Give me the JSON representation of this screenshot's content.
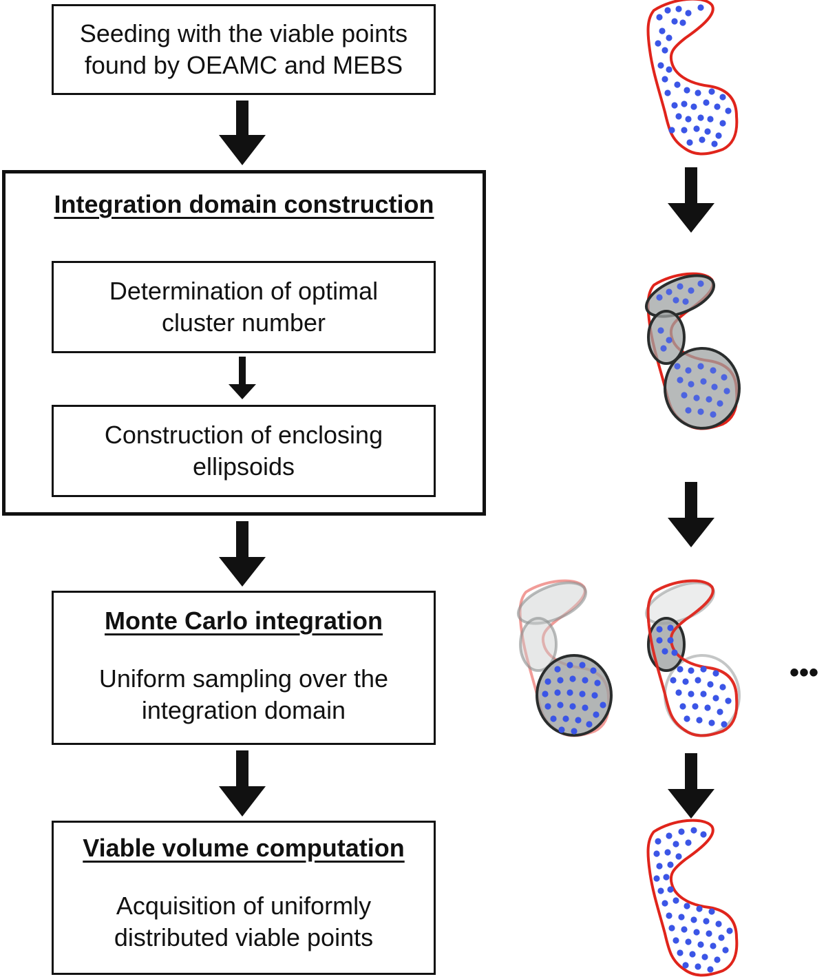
{
  "steps": {
    "seeding": {
      "line1": "Seeding with the viable points",
      "line2": "found by OEAMC and MEBS"
    },
    "integration_domain": {
      "heading": "Integration domain construction",
      "cluster": {
        "line1": "Determination of optimal",
        "line2": "cluster number"
      },
      "ellipsoids": {
        "line1": "Construction of enclosing",
        "line2": "ellipsoids"
      }
    },
    "monte_carlo": {
      "heading": "Monte Carlo integration",
      "line1": "Uniform sampling over the",
      "line2": "integration domain"
    },
    "viable_volume": {
      "heading": "Viable volume computation",
      "line1": "Acquisition of uniformly",
      "line2": "distributed viable points"
    }
  },
  "illustrations": {
    "ellipsis": "•••"
  },
  "colors": {
    "box_border": "#111111",
    "arrow": "#111111",
    "region_outline": "#e0241b",
    "point": "#3b55e6",
    "ellipse_fill": "#9fa3a3",
    "ellipse_stroke": "#2a2d2d"
  }
}
